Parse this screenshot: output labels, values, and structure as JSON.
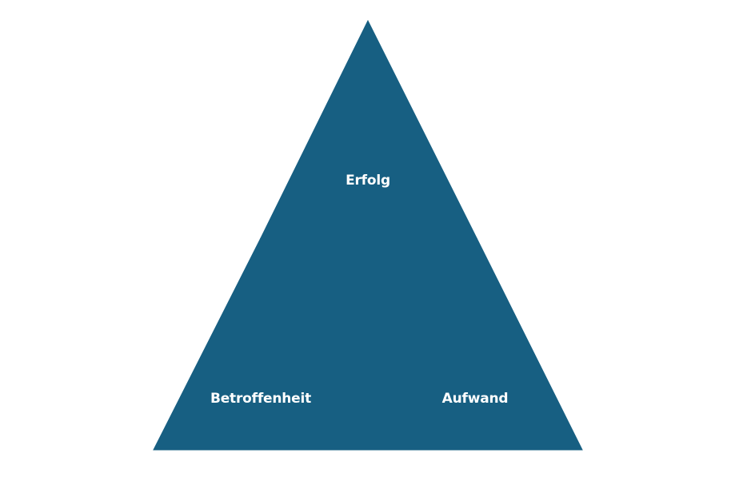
{
  "diagram": {
    "fill_color": "#175f82",
    "segments": {
      "top": "Erfolg",
      "bottom_left": "Betroffenheit",
      "bottom_right": "Aufwand"
    }
  }
}
